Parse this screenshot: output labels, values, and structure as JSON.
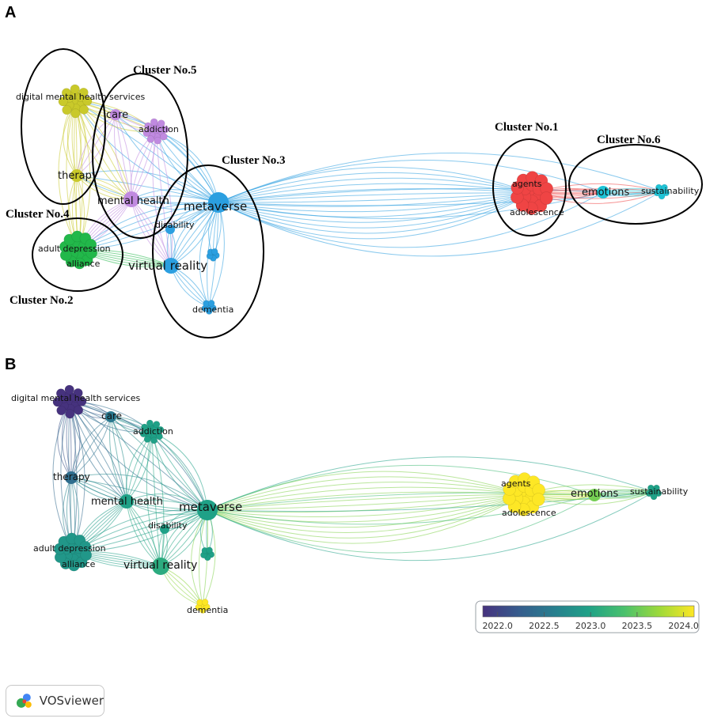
{
  "panels": {
    "a": {
      "letter": "A",
      "clusters": [
        {
          "label": "Cluster No.1"
        },
        {
          "label": "Cluster No.2"
        },
        {
          "label": "Cluster No.3"
        },
        {
          "label": "Cluster No.4"
        },
        {
          "label": "Cluster No.5"
        },
        {
          "label": "Cluster No.6"
        }
      ],
      "node_labels": {
        "dmhs": "digital mental health services",
        "care": "care",
        "addiction": "addiction",
        "therapy": "therapy",
        "mental_health": "mental health",
        "metaverse": "metaverse",
        "disability": "disability",
        "adult_depression": "adult depression",
        "alliance": "alliance",
        "virtual_reality": "virtual reality",
        "dementia": "dementia",
        "agents": "agents",
        "adolescence": "adolescence",
        "emotions": "emotions",
        "sustainability": "sustainability"
      },
      "colors": {
        "cluster1": "#ef4444",
        "cluster2": "#22b84a",
        "cluster3": "#2b9fe0",
        "cluster4": "#c9c92a",
        "cluster5": "#c08ae0",
        "cluster6": "#1fc3d6"
      }
    },
    "b": {
      "letter": "B",
      "node_labels": {
        "dmhs": "digital mental health services",
        "care": "care",
        "addiction": "addiction",
        "therapy": "therapy",
        "mental_health": "mental health",
        "metaverse": "metaverse",
        "disability": "disability",
        "adult_depression": "adult depression",
        "alliance": "alliance",
        "virtual_reality": "virtual reality",
        "dementia": "dementia",
        "agents": "agents",
        "adolescence": "adolescence",
        "emotions": "emotions",
        "sustainability": "sustainability"
      },
      "node_years": {
        "dmhs": 2022.0,
        "care": 2022.6,
        "addiction": 2023.0,
        "therapy": 2022.5,
        "mental_health": 2023.0,
        "metaverse": 2023.0,
        "disability": 2023.0,
        "adult_depression": 2022.9,
        "virtual_reality": 2023.1,
        "dementia": 2024.1,
        "agents": 2024.1,
        "emotions": 2023.5,
        "sustainability": 2023.0
      },
      "color_scale": {
        "ticks": [
          "2022.0",
          "2022.5",
          "2023.0",
          "2023.5",
          "2024.0"
        ],
        "colors": [
          "#46327e",
          "#365c8d",
          "#277f8e",
          "#1fa187",
          "#4ac16d",
          "#a0da39",
          "#fde725"
        ]
      }
    }
  },
  "branding": {
    "logo_text": "VOSviewer",
    "logo_icon": "vosviewer-logo-icon"
  }
}
